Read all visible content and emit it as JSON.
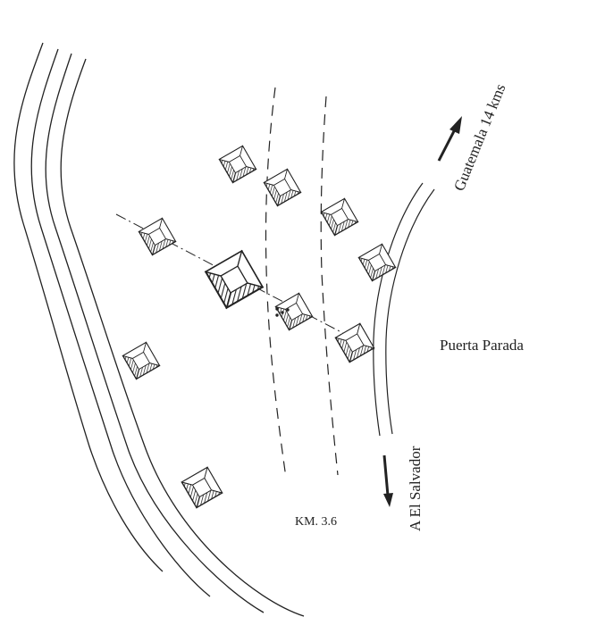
{
  "labels": {
    "north_road": "Guatemala 14 kms",
    "south_road": "A El Salvador",
    "place": "Puerta Parada",
    "km_marker": "KM. 3.6"
  },
  "colors": {
    "ink": "#222222",
    "paper": "#ffffff"
  },
  "features": {
    "river": "river-banks",
    "highway": "highway",
    "dashed_path": "dashed-path",
    "axis": "dash-dot-axis",
    "mounds": "pyramid-mounds",
    "arrows": "direction-arrows"
  }
}
